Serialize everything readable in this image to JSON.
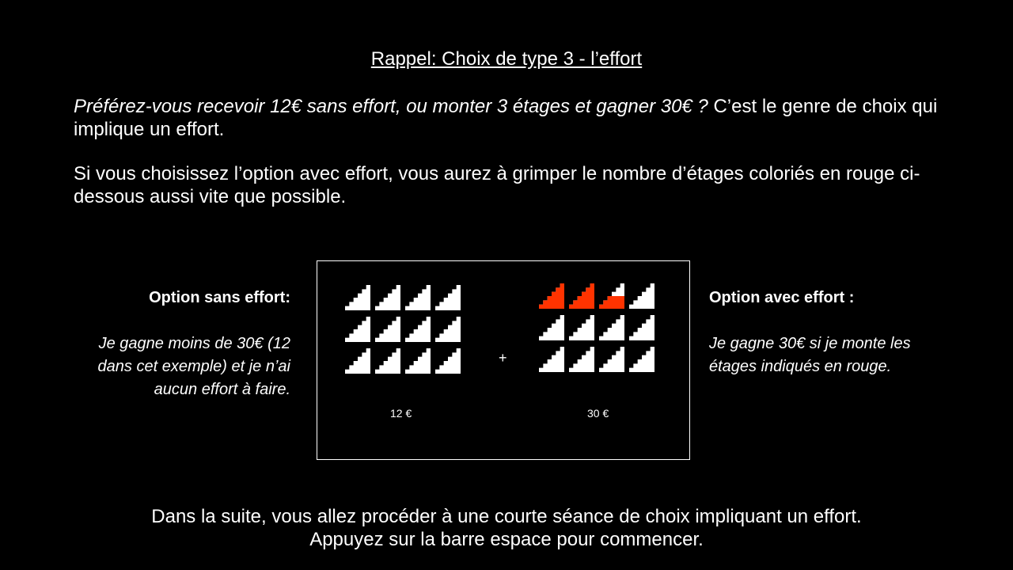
{
  "title": "Rappel: Choix de type 3 - l’effort",
  "intro": {
    "italic": "Préférez-vous recevoir 12€ sans effort, ou monter 3 étages et gagner 30€ ?",
    "normal": " C’est le genre de choix qui implique un effort."
  },
  "instruction": "Si vous choisissez l’option avec effort, vous aurez à grimper le nombre d’étages coloriés en rouge ci-dessous aussi vite que possible.",
  "left_option": {
    "heading": "Option sans effort:",
    "text": "Je gagne moins de 30€ (12 dans cet exemple) et je n’ai aucun effort à faire."
  },
  "right_option": {
    "heading": "Option avec effort :",
    "text": "Je gagne 30€ si je monte les étages indiqués en rouge."
  },
  "illustration": {
    "left_amount": "12 €",
    "right_amount": "30 €",
    "plus": "+",
    "left_grid": {
      "rows": 3,
      "cols": 4,
      "red_floors": 0
    },
    "right_grid": {
      "rows": 3,
      "cols": 4,
      "red_floors": 2.5
    },
    "colors": {
      "stairs": "#ffffff",
      "effort": "#ff3300",
      "background": "#000000"
    }
  },
  "footer": {
    "line1": "Dans la suite, vous allez procéder à une courte séance de choix impliquant un effort.",
    "line2": "Appuyez sur la barre espace pour commencer."
  }
}
